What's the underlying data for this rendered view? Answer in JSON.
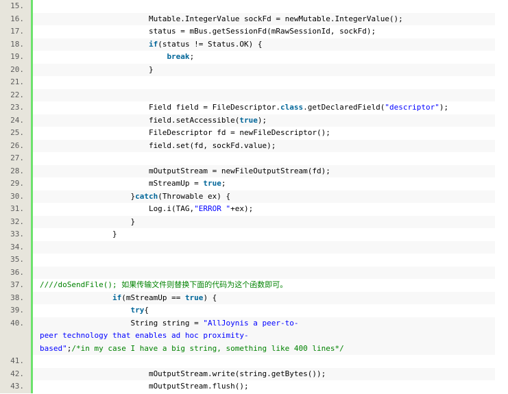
{
  "colors": {
    "keyword": "#006699",
    "string": "#0000ff",
    "comment": "#008200",
    "text": "#000000",
    "line_number": "#5c5c5c",
    "gutter": "#e7e5dc",
    "gutter_border": "#6ce26c",
    "alt_row": "#f8f8f8",
    "row": "#ffffff"
  },
  "code_listing": {
    "lines": [
      {
        "number": "15.",
        "tokens": []
      },
      {
        "number": "16.",
        "tokens": [
          {
            "text": "                        Mutable.IntegerValue sockFd = newMutable.IntegerValue();"
          }
        ]
      },
      {
        "number": "17.",
        "tokens": [
          {
            "text": "                        status = mBus.getSessionFd(mRawSessionId, sockFd);"
          }
        ]
      },
      {
        "number": "18.",
        "tokens": [
          {
            "text": "                        "
          },
          {
            "keyword": "if"
          },
          {
            "text": "(status != Status.OK) {"
          }
        ]
      },
      {
        "number": "19.",
        "tokens": [
          {
            "text": "                            "
          },
          {
            "keyword": "break"
          },
          {
            "text": ";"
          }
        ]
      },
      {
        "number": "20.",
        "tokens": [
          {
            "text": "                        }"
          }
        ]
      },
      {
        "number": "21.",
        "tokens": []
      },
      {
        "number": "22.",
        "tokens": []
      },
      {
        "number": "23.",
        "tokens": [
          {
            "text": "                        Field field = FileDescriptor."
          },
          {
            "keyword": "class"
          },
          {
            "text": ".getDeclaredField("
          },
          {
            "string": "\"descriptor\""
          },
          {
            "text": ");"
          }
        ]
      },
      {
        "number": "24.",
        "tokens": [
          {
            "text": "                        field.setAccessible("
          },
          {
            "keyword": "true"
          },
          {
            "text": ");"
          }
        ]
      },
      {
        "number": "25.",
        "tokens": [
          {
            "text": "                        FileDescriptor fd = newFileDescriptor();"
          }
        ]
      },
      {
        "number": "26.",
        "tokens": [
          {
            "text": "                        field.set(fd, sockFd.value);"
          }
        ]
      },
      {
        "number": "27.",
        "tokens": []
      },
      {
        "number": "28.",
        "tokens": [
          {
            "text": "                        mOutputStream = newFileOutputStream(fd);"
          }
        ]
      },
      {
        "number": "29.",
        "tokens": [
          {
            "text": "                        mStreamUp = "
          },
          {
            "keyword": "true"
          },
          {
            "text": ";"
          }
        ]
      },
      {
        "number": "30.",
        "tokens": [
          {
            "text": "                    }"
          },
          {
            "keyword": "catch"
          },
          {
            "text": "(Throwable ex) {"
          }
        ]
      },
      {
        "number": "31.",
        "tokens": [
          {
            "text": "                        Log.i(TAG,"
          },
          {
            "string": "\"ERROR \""
          },
          {
            "text": "+ex);"
          }
        ]
      },
      {
        "number": "32.",
        "tokens": [
          {
            "text": "                    }"
          }
        ]
      },
      {
        "number": "33.",
        "tokens": [
          {
            "text": "                }"
          }
        ]
      },
      {
        "number": "34.",
        "tokens": []
      },
      {
        "number": "35.",
        "tokens": []
      },
      {
        "number": "36.",
        "tokens": []
      },
      {
        "number": "37.",
        "tokens": [
          {
            "comment": "////doSendFile(); 如果传输文件则替换下面的代码为这个函数即可。"
          }
        ]
      },
      {
        "number": "38.",
        "tokens": [
          {
            "text": "                "
          },
          {
            "keyword": "if"
          },
          {
            "text": "(mStreamUp == "
          },
          {
            "keyword": "true"
          },
          {
            "text": ") {"
          }
        ]
      },
      {
        "number": "39.",
        "tokens": [
          {
            "text": "                    "
          },
          {
            "keyword": "try"
          },
          {
            "text": "{"
          }
        ]
      },
      {
        "number": "40.",
        "tokens": [
          {
            "text": "                    String string = "
          },
          {
            "string": "\"AllJoynis a peer-to-\npeer technology that enables ad hoc proximity-\nbased\""
          },
          {
            "text": ";"
          },
          {
            "comment": "/*in my case I have a big string, something like 400 lines*/"
          }
        ]
      },
      {
        "number": "41.",
        "tokens": []
      },
      {
        "number": "42.",
        "tokens": [
          {
            "text": "                        mOutputStream.write(string.getBytes());"
          }
        ]
      },
      {
        "number": "43.",
        "tokens": [
          {
            "text": "                        mOutputStream.flush();"
          }
        ]
      }
    ]
  }
}
